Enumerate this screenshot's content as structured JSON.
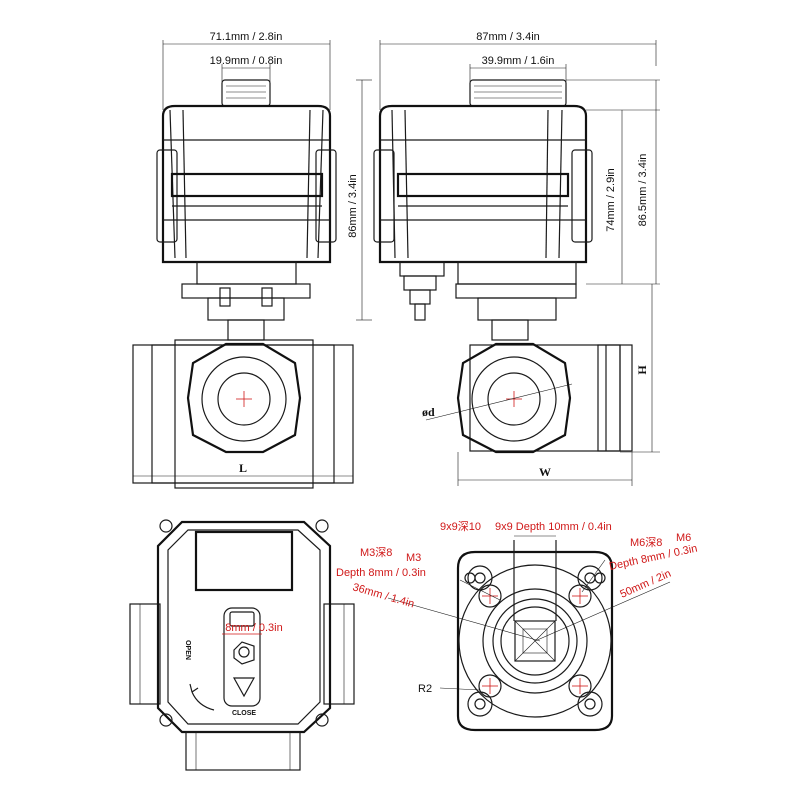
{
  "front_view": {
    "width_total": "71.1mm / 2.8in",
    "knob_width": "19.9mm / 0.8in",
    "height": "86mm / 3.4in",
    "length_label": "L"
  },
  "side_view": {
    "width_total": "87mm / 3.4in",
    "knob_width": "39.9mm / 1.6in",
    "height_body": "74mm / 2.9in",
    "height_total": "86.5mm / 3.4in",
    "width_label": "W",
    "height_label": "H",
    "diameter_label": "ød"
  },
  "top_view": {
    "knob_dim": "8mm / 0.3in",
    "open_label": "OPEN",
    "close_label": "CLOSE"
  },
  "flange_view": {
    "square_cn": "9x9深10",
    "square_en": "9x9 Depth 10mm / 0.4in",
    "m3_cn": "M3深8",
    "m3_en": "M3",
    "m3_depth": "Depth 8mm / 0.3in",
    "m6_cn": "M6深8",
    "m6_en": "M6",
    "m6_depth": "Depth 8mm / 0.3in",
    "pcd_small": "36mm / 1.4in",
    "pcd_large": "50mm / 2in",
    "radius": "R2"
  },
  "colors": {
    "line": "#1a1a1a",
    "annotation": "#d01818"
  }
}
